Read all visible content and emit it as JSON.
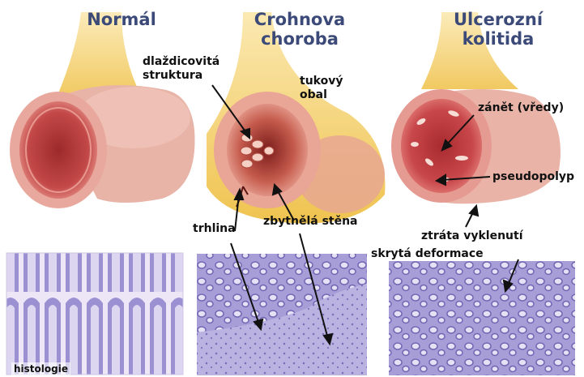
{
  "columns": [
    {
      "title_lines": [
        "Normál"
      ]
    },
    {
      "title_lines": [
        "Crohnova",
        "choroba"
      ]
    },
    {
      "title_lines": [
        "Ulcerozní",
        "kolitida"
      ]
    }
  ],
  "labels": {
    "cobblestone_lines": [
      "dlaždicovitá",
      "struktura"
    ],
    "fat_lines": [
      "tukový",
      "obal"
    ],
    "inflammation": "zánět (vředy)",
    "pseudopolyp": "pseudopolyp",
    "fissure": "trhlina",
    "thickened_wall": "zbytnělá stěna",
    "loss_of_haustra": "ztráta vyklenutí",
    "hidden_deformity": "skrytá deformace",
    "histology": "histologie"
  },
  "colors": {
    "title": "#3b4a78",
    "fat": "#f3cf62",
    "fat_light": "#f8e6a0",
    "bowel_outer": "#e8a9a0",
    "bowel_inner": "#c0473f",
    "histo_bg": "#e9e3f4",
    "histo_tissue": "#8d84c8"
  }
}
